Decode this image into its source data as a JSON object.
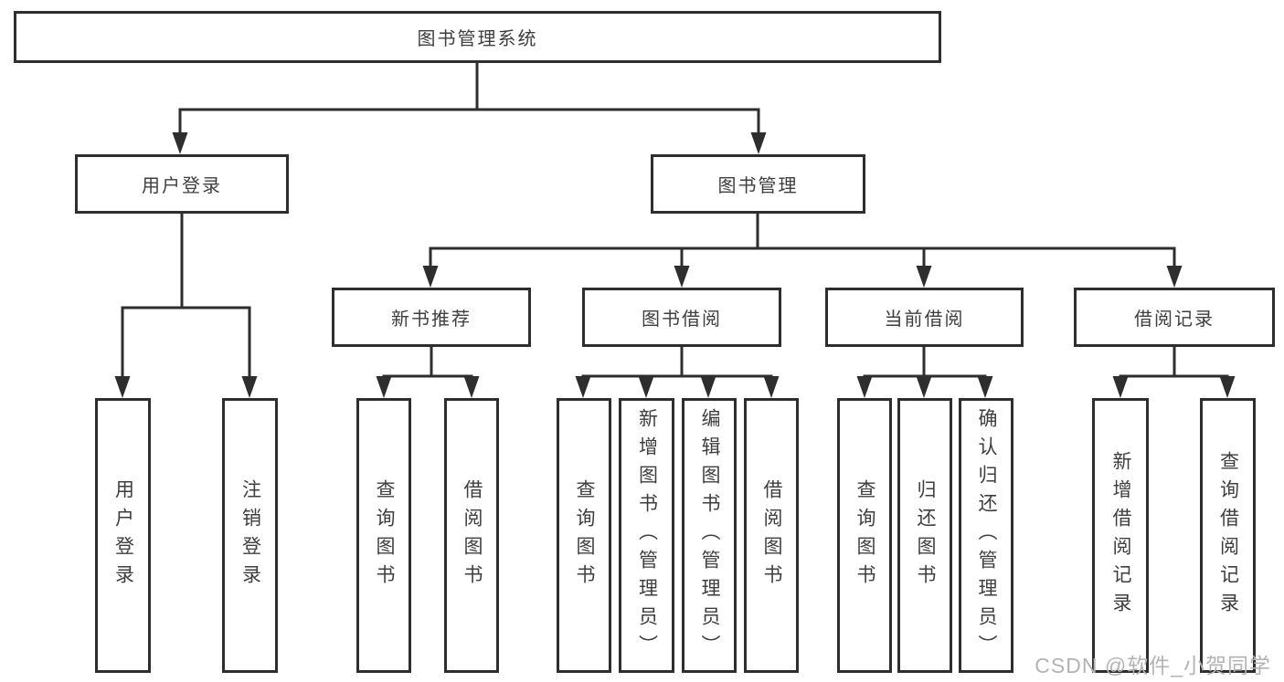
{
  "watermark": "CSDN @软件_小贺同学",
  "colors": {
    "line": "#2e2e2e",
    "text": "#3e3e3e",
    "box_fill": "#ffffff",
    "watermark": "#b3b3b3"
  },
  "tree": {
    "root": {
      "label": "图书管理系统",
      "children": [
        {
          "label": "用户登录",
          "children": [
            {
              "label": "用户登录"
            },
            {
              "label": "注销登录"
            }
          ]
        },
        {
          "label": "图书管理",
          "children": [
            {
              "label": "新书推荐",
              "children": [
                {
                  "label": "查询图书"
                },
                {
                  "label": "借阅图书"
                }
              ]
            },
            {
              "label": "图书借阅",
              "children": [
                {
                  "label": "查询图书"
                },
                {
                  "label": "新增图书（管理员）"
                },
                {
                  "label": "编辑图书（管理员）"
                },
                {
                  "label": "借阅图书"
                }
              ]
            },
            {
              "label": "当前借阅",
              "children": [
                {
                  "label": "查询图书"
                },
                {
                  "label": "归还图书"
                },
                {
                  "label": "确认归还（管理员）"
                }
              ]
            },
            {
              "label": "借阅记录",
              "children": [
                {
                  "label": "新增借阅记录"
                },
                {
                  "label": "查询借阅记录"
                }
              ]
            }
          ]
        }
      ]
    }
  }
}
